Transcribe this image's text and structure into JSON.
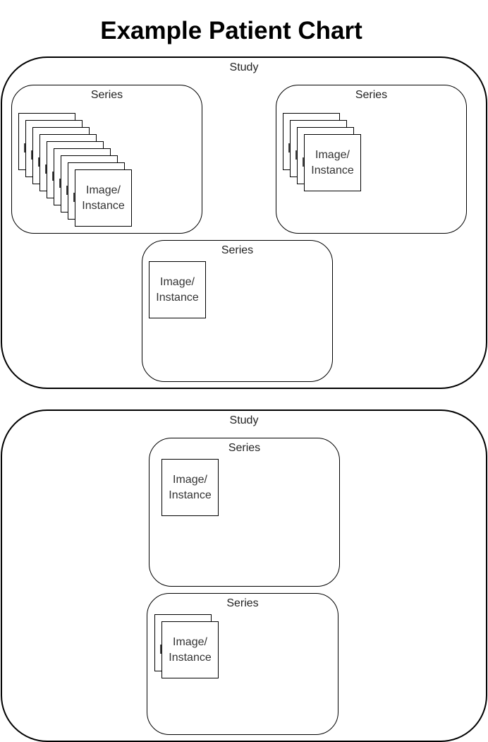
{
  "title": "Example Patient Chart",
  "studies": [
    {
      "label": "Study",
      "series": [
        {
          "label": "Series",
          "instance_count": 9,
          "instance_label": "Image/\nInstance"
        },
        {
          "label": "Series",
          "instance_count": 4,
          "instance_label": "Image/\nInstance"
        },
        {
          "label": "Series",
          "instance_count": 1,
          "instance_label": "Image/\nInstance"
        }
      ]
    },
    {
      "label": "Study",
      "series": [
        {
          "label": "Series",
          "instance_count": 1,
          "instance_label": "Image/\nInstance"
        },
        {
          "label": "Series",
          "instance_count": 2,
          "instance_label": "Image/\nInstance"
        }
      ]
    }
  ]
}
